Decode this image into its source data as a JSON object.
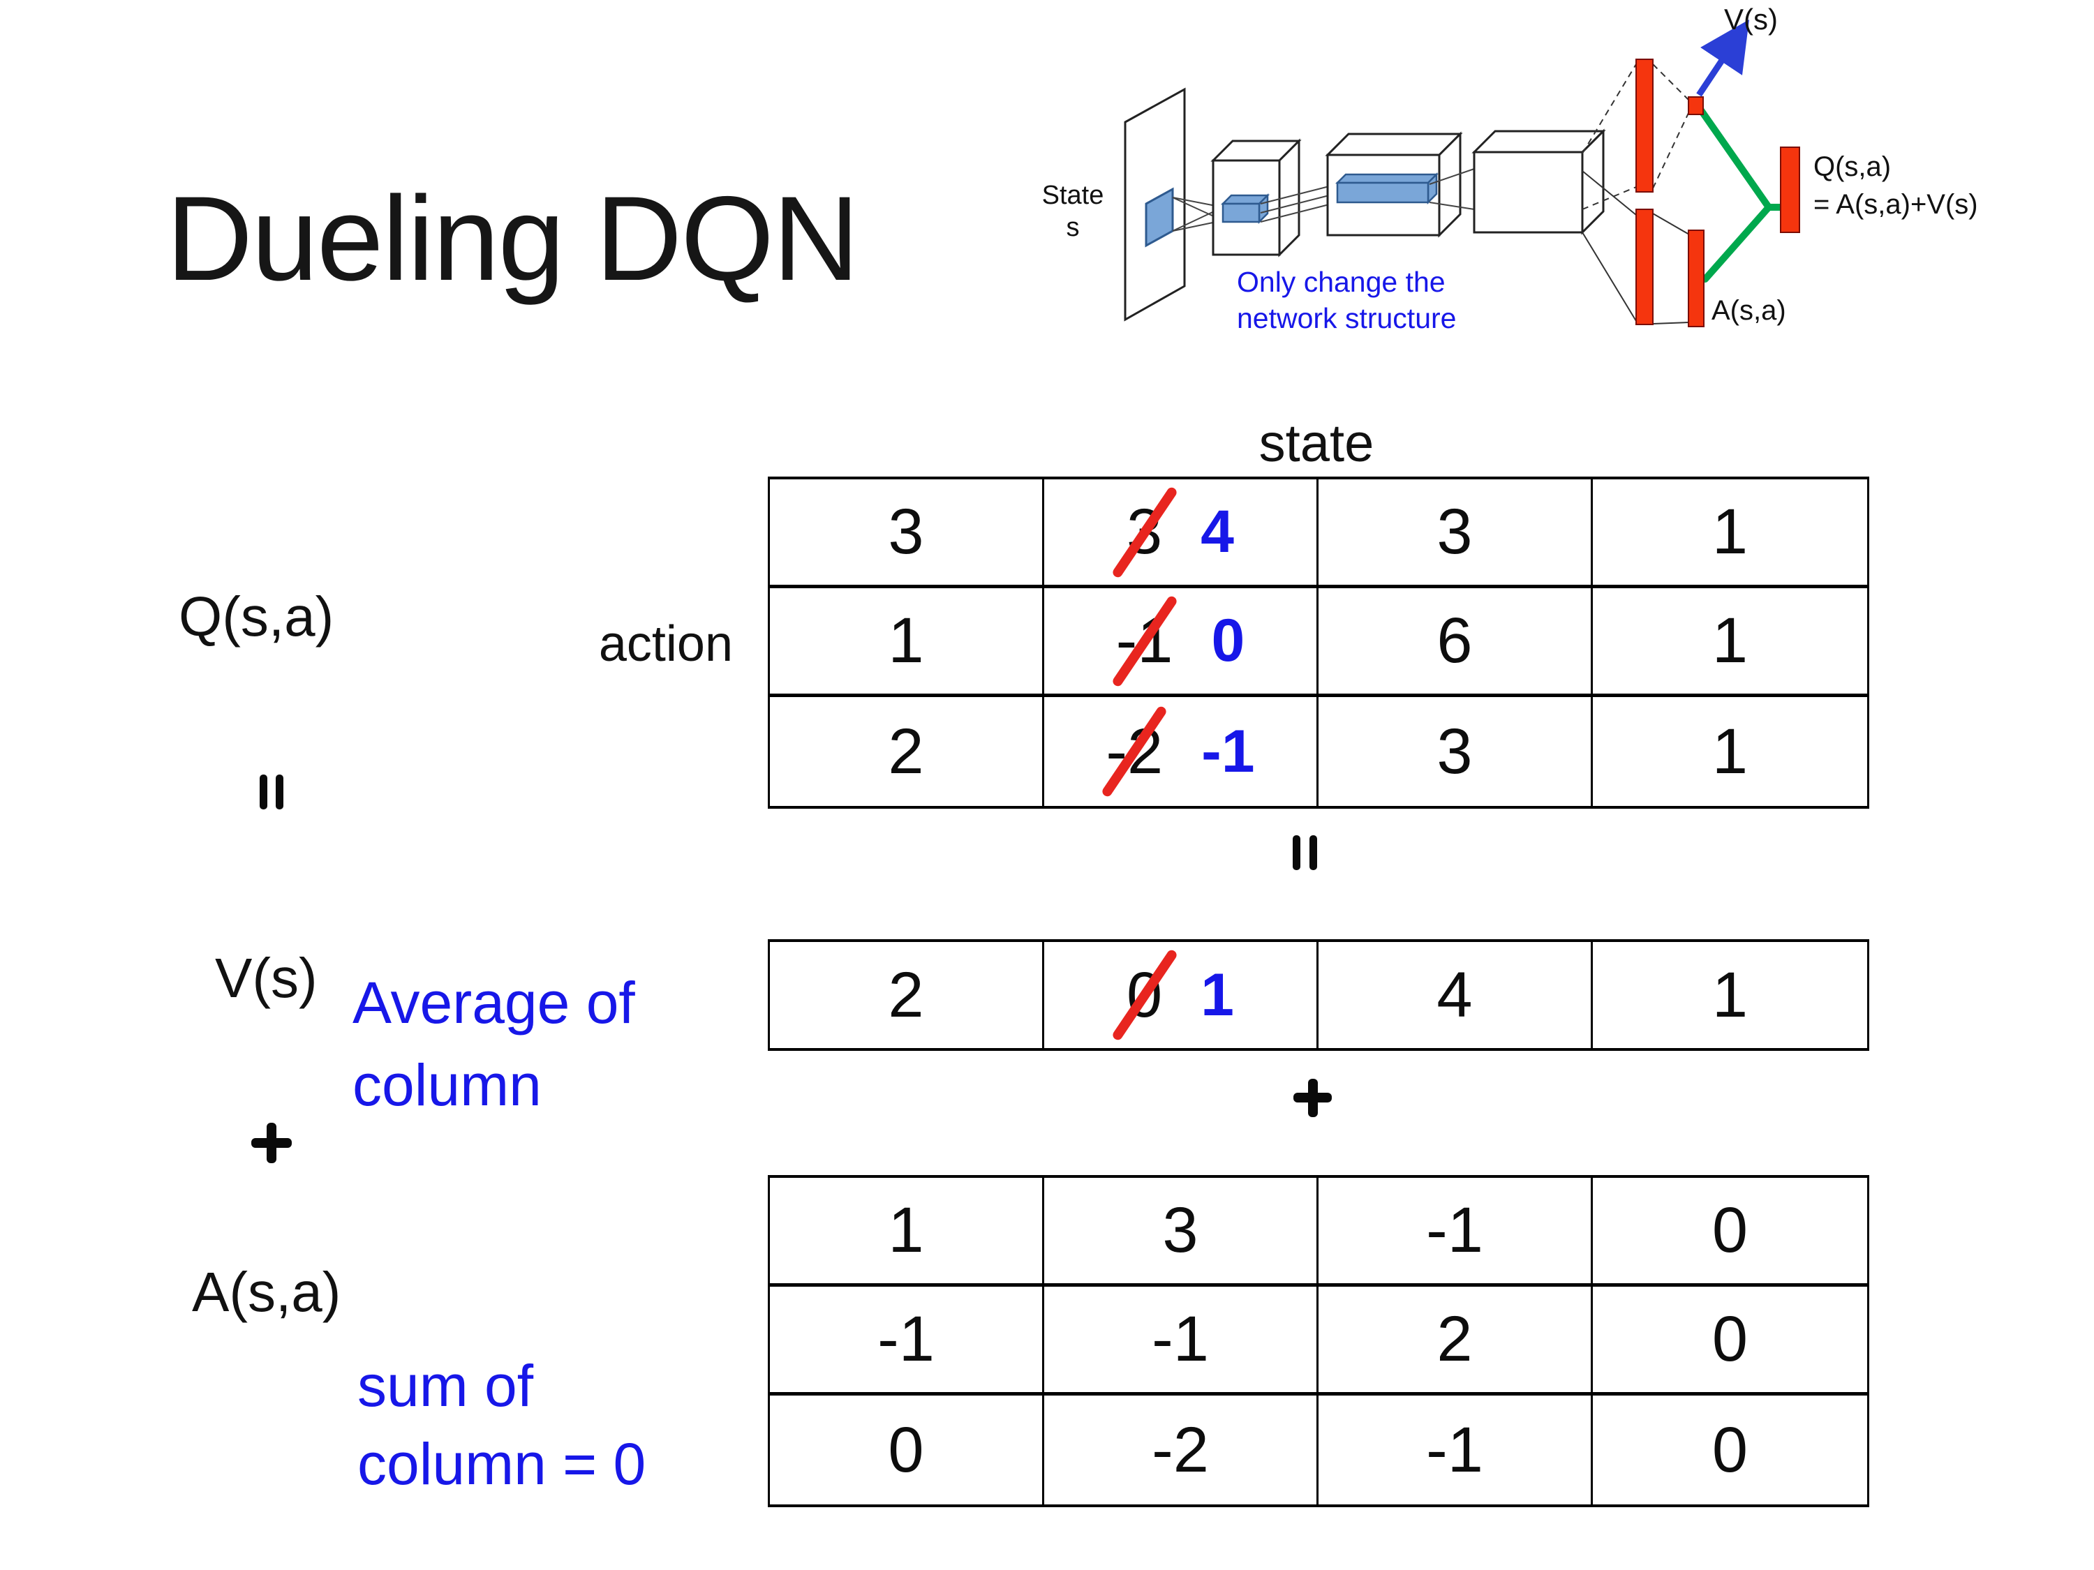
{
  "title": "Dueling DQN",
  "diagram": {
    "state_line1": "State",
    "state_line2": "s",
    "note_line1": "Only change the",
    "note_line2": "network structure",
    "v_out_label": "V(s)",
    "a_out_label": "A(s,a)",
    "q_out_line1": "Q(s,a)",
    "q_out_line2": "= A(s,a)+V(s)",
    "colors": {
      "red_bar": "#f5350e",
      "conv_blue": "#7aa6d8",
      "green_merge": "#00a84d",
      "arrow_blue": "#2b3fd6",
      "note_blue": "#1717e8",
      "strike_red": "#e8251f"
    }
  },
  "labels": {
    "q": "Q(s,a)",
    "v": "V(s)",
    "a": "A(s,a)",
    "state_header": "state",
    "action": "action",
    "avg_line1": "Average of",
    "avg_line2": "column",
    "sum_line1": "sum of",
    "sum_line2": "column = 0"
  },
  "q_table": {
    "rows": [
      {
        "c1": "3",
        "old": "3",
        "new": "4",
        "c3": "3",
        "c4": "1"
      },
      {
        "c1": "1",
        "old": "-1",
        "new": "0",
        "c3": "6",
        "c4": "1"
      },
      {
        "c1": "2",
        "old": "-2",
        "new": "-1",
        "c3": "3",
        "c4": "1"
      }
    ]
  },
  "v_table": {
    "row": {
      "c1": "2",
      "old": "0",
      "new": "1",
      "c3": "4",
      "c4": "1"
    }
  },
  "a_table": {
    "rows": [
      {
        "c1": "1",
        "c2": "3",
        "c3": "-1",
        "c4": "0"
      },
      {
        "c1": "-1",
        "c2": "-1",
        "c3": "2",
        "c4": "0"
      },
      {
        "c1": "0",
        "c2": "-2",
        "c3": "-1",
        "c4": "0"
      }
    ]
  }
}
